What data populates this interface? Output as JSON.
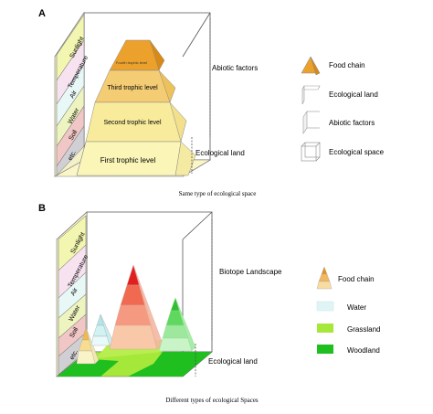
{
  "panel_a": {
    "letter": "A",
    "side_strips": [
      "Sunlight",
      "Temperature",
      "Air",
      "Water",
      "Soil",
      "etc."
    ],
    "pyramid_levels": [
      "Fourth trophic level",
      "Third trophic level",
      "Second trophic level",
      "First trophic level"
    ],
    "label_abiotic": "Abiotic factors",
    "label_ecological_land": "Ecological land",
    "caption": "Same type of ecological space",
    "legend": [
      {
        "label": "Food chain",
        "icon": "pyramid-icon"
      },
      {
        "label": "Ecological land",
        "icon": "plane-icon"
      },
      {
        "label": "Abiotic factors",
        "icon": "wall-icon"
      },
      {
        "label": "Ecological space",
        "icon": "cube-icon"
      }
    ]
  },
  "panel_b": {
    "letter": "B",
    "side_strips": [
      "Sunlight",
      "Temperature",
      "Air",
      "Water",
      "Soil",
      "etc."
    ],
    "label_biotope": "Biotope Landscape",
    "label_ecological_land": "Ecological land",
    "caption": "Different types of ecological Spaces",
    "legend": [
      {
        "label": "Food chain",
        "icon": "pyramid-icon"
      },
      {
        "label": "Water",
        "swatch": "#dff5f5"
      },
      {
        "label": "Grassland",
        "swatch": "#a6e83a"
      },
      {
        "label": "Woodland",
        "swatch": "#1fbf1f"
      }
    ]
  },
  "colors": {
    "orange": "#e8a020",
    "pale_yellow": "#fbf6bd",
    "green": "#1fbf1f",
    "light_green": "#a6e83a",
    "water": "#dff5f5"
  }
}
